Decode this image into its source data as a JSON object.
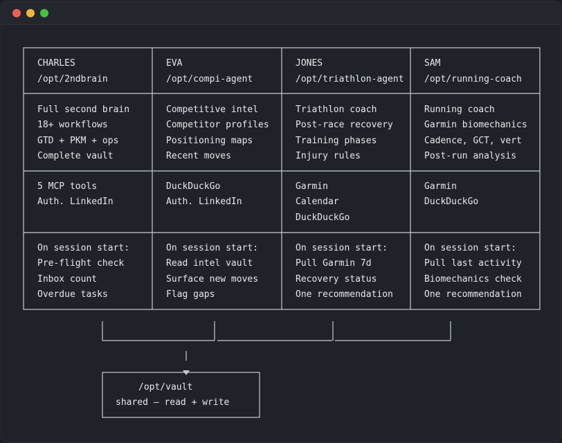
{
  "window": {
    "controls": [
      "close",
      "minimize",
      "maximize"
    ]
  },
  "agents": [
    {
      "name": "CHARLES",
      "path": "/opt/2ndbrain",
      "capabilities": [
        "Full second brain",
        "18+ workflows",
        "GTD + PKM + ops",
        "Complete vault"
      ],
      "tools": [
        "5 MCP tools",
        "Auth. LinkedIn"
      ],
      "session_start": [
        "On session start:",
        "Pre-flight check",
        "Inbox count",
        "Overdue tasks"
      ]
    },
    {
      "name": "EVA",
      "path": "/opt/compi-agent",
      "capabilities": [
        "Competitive intel",
        "Competitor profiles",
        "Positioning maps",
        "Recent moves"
      ],
      "tools": [
        "DuckDuckGo",
        "Auth. LinkedIn"
      ],
      "session_start": [
        "On session start:",
        "Read intel vault",
        "Surface new moves",
        "Flag gaps"
      ]
    },
    {
      "name": "JONES",
      "path": "/opt/triathlon-agent",
      "capabilities": [
        "Triathlon coach",
        "Post-race recovery",
        "Training phases",
        "Injury rules"
      ],
      "tools": [
        "Garmin",
        "Calendar",
        "DuckDuckGo"
      ],
      "session_start": [
        "On session start:",
        "Pull Garmin 7d",
        "Recovery status",
        "One recommendation"
      ]
    },
    {
      "name": "SAM",
      "path": "/opt/running-coach",
      "capabilities": [
        "Running coach",
        "Garmin biomechanics",
        "Cadence, GCT, vert",
        "Post-run analysis"
      ],
      "tools": [
        "Garmin",
        "DuckDuckGo"
      ],
      "session_start": [
        "On session start:",
        "Pull last activity",
        "Biomechanics check",
        "One recommendation"
      ]
    }
  ],
  "vault": {
    "path": "/opt/vault",
    "description": "shared — read + write"
  }
}
